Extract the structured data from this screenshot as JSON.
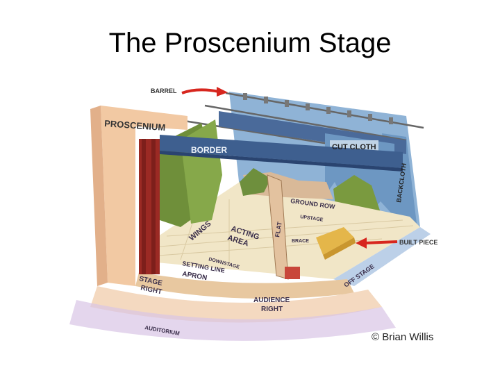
{
  "slide": {
    "title": "The Proscenium Stage"
  },
  "labels": {
    "barrel": "BARREL",
    "proscenium": "PROSCENIUM",
    "border": "BORDER",
    "cut_cloth": "CUT CLOTH",
    "backcloth": "BACKCLOTH",
    "ground_row": "GROUND ROW",
    "upstage": "UPSTAGE",
    "flat": "FLAT",
    "brace": "BRACE",
    "built_piece": "BUILT PIECE",
    "wings": "WINGS",
    "acting_area": [
      "ACTING",
      "AREA"
    ],
    "downstage": "DOWNSTAGE",
    "setting_line": "SETTING LINE",
    "apron": "APRON",
    "stage_right": [
      "STAGE",
      "RIGHT"
    ],
    "audience_right": [
      "AUDIENCE",
      "RIGHT"
    ],
    "off_stage": "OFF STAGE",
    "auditorium": "AUDITORIUM"
  },
  "credit": "© Brian Willis",
  "colors": {
    "arrow_red": "#d7261e",
    "sky_blue": "#8fb3d6",
    "proscenium_peach": "#f2c9a3",
    "floor_cream": "#f1e6c7",
    "tree_green": "#6f8f3a",
    "curtain_red": "#9b2a24",
    "border_navy": "#3e5f8f"
  }
}
